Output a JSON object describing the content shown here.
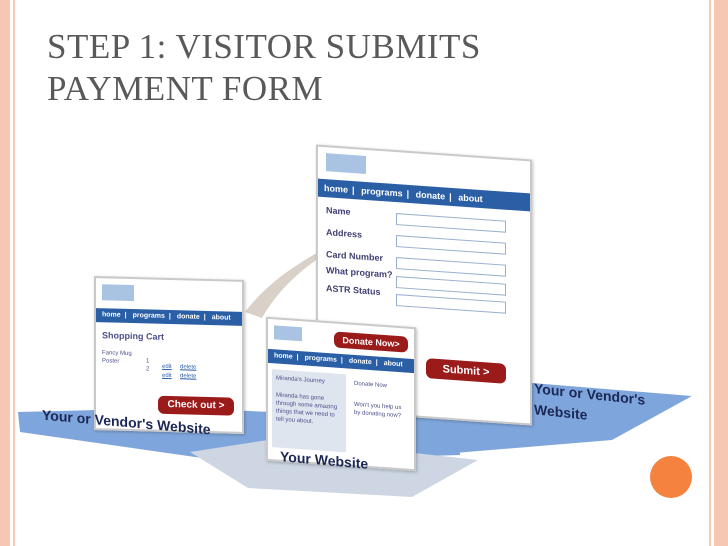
{
  "slide": {
    "title_line1": "STEP 1: VISITOR SUBMITS",
    "title_line2": "PAYMENT FORM"
  },
  "cart_window": {
    "nav": [
      "home",
      "programs",
      "donate",
      "about"
    ],
    "heading": "Shopping Cart",
    "item_name": "Fancy Mug",
    "item_name2": "Poster",
    "qty1": "1",
    "qty2": "2",
    "edit1": "edit",
    "delete1": "delete",
    "edit2": "edit",
    "delete2": "delete",
    "button": "Check out >"
  },
  "your_window": {
    "badge": "Donate Now>",
    "nav": [
      "home",
      "programs",
      "donate",
      "about"
    ],
    "sidebar_title": "Miranda's Journey",
    "sidebar_text": "Miranda has gone through some amazing things that we need to tell you about.",
    "main_title": "Donate Now",
    "main_text": "Won't you help us by donating now?"
  },
  "form_window": {
    "nav": [
      "home",
      "programs",
      "donate",
      "about"
    ],
    "fields": [
      "Name",
      "Address",
      "Card Number",
      "What program?",
      "ASTR Status"
    ],
    "button": "Submit >"
  },
  "labels": {
    "vendor_left": "Your or Vendor's Website",
    "your_site": "Your Website",
    "vendor_right_line1": "Your or Vendor's",
    "vendor_right_line2": "Website"
  },
  "colors": {
    "accent_blue": "#2a5fa6",
    "floor_blue": "#7fa6dc",
    "button_red": "#9b1b1b",
    "slide_edge": "#f6c8b4",
    "orange_dot": "#f5823f"
  }
}
